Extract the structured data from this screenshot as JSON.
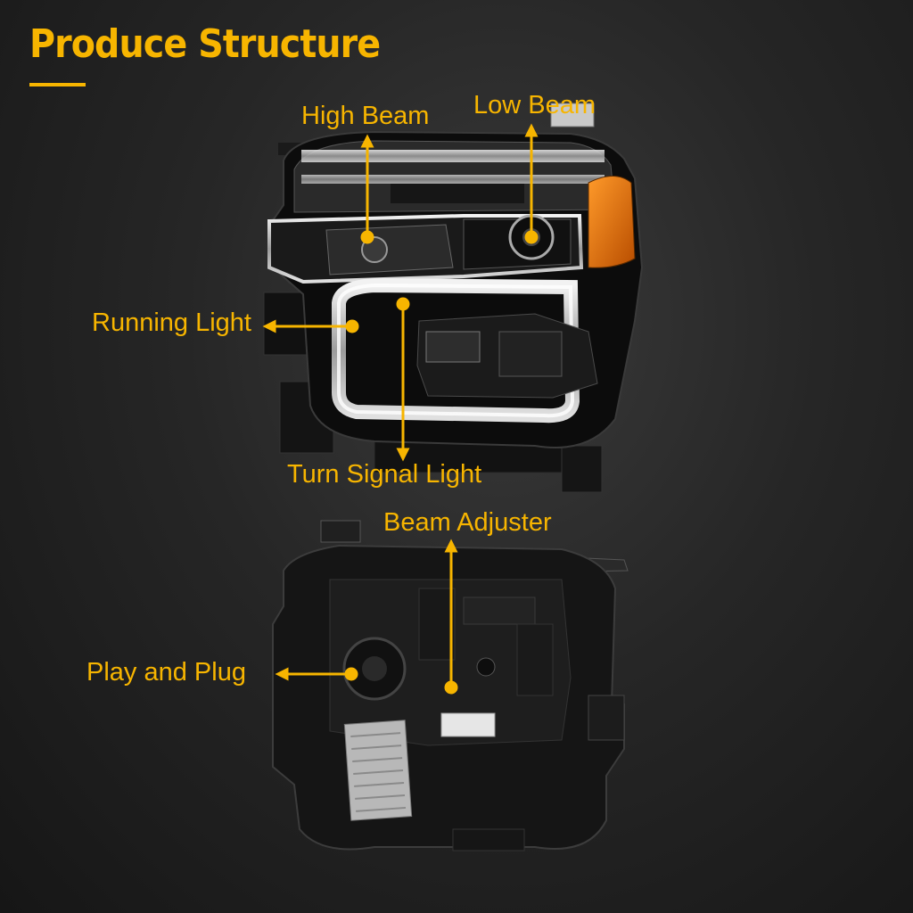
{
  "title": "Produce Structure",
  "labels": {
    "high_beam": "High Beam",
    "low_beam": "Low Beam",
    "running_light": "Running Light",
    "turn_signal": "Turn Signal Light",
    "beam_adjuster": "Beam Adjuster",
    "play_and_plug": "Play and Plug"
  },
  "colors": {
    "accent": "#f7b500",
    "background": "#1e1e1e"
  }
}
